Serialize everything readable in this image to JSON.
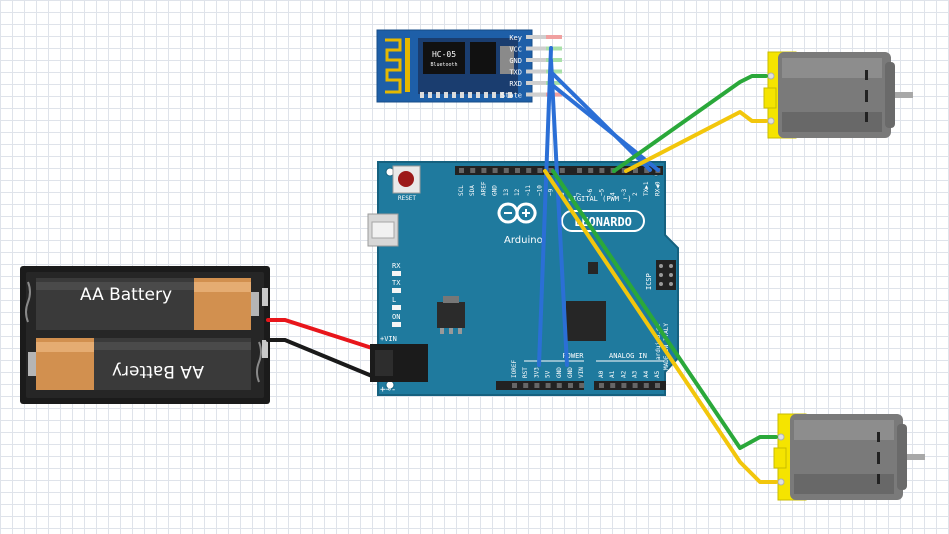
{
  "battery_pack": {
    "cells": [
      {
        "label": "AA Battery"
      },
      {
        "label": "AA Battery"
      }
    ]
  },
  "bluetooth_module": {
    "title": "HC-05",
    "subtitle": "Bluetooth",
    "pins": [
      "Key",
      "VCC",
      "GND",
      "TXD",
      "RXD",
      "State"
    ]
  },
  "arduino": {
    "model": "LEONARDO",
    "brand": "Arduino",
    "reset_label": "RESET",
    "digital_header_label": "DIGITAL (PWM ~)",
    "digital_pins": [
      "SCL",
      "SDA",
      "AREF",
      "GND",
      "13",
      "12",
      "~11",
      "~10",
      "~9",
      "8",
      "7",
      "~6",
      "~5",
      "4",
      "~3",
      "2",
      "TX▶1",
      "RX◀0"
    ],
    "led_labels": [
      "RX",
      "TX",
      "L",
      "ON"
    ],
    "icsp_label": "ICSP",
    "power_header_label": "POWER",
    "analog_header_label": "ANALOG IN",
    "power_pins": [
      "IOREF",
      "RST",
      "3V3",
      "5V",
      "GND",
      "GND",
      "VIN"
    ],
    "analog_pins": [
      "A0",
      "A1",
      "A2",
      "A3",
      "A4",
      "A5"
    ],
    "vin_label": "+VIN",
    "website": "arduino.cc",
    "made_in": "MADE IN ITALY"
  },
  "colors": {
    "board": "#1f7a9e",
    "board_edge": "#16617f",
    "bt_board": "#1e5fa8",
    "wire_red": "#e8161b",
    "wire_black": "#1a1a1a",
    "wire_blue": "#2b6fd6",
    "wire_green": "#2aa83a",
    "wire_yellow": "#f2c60c",
    "motor_body": "#7a7a7a",
    "motor_cap": "#f5e400"
  },
  "motors": [
    {
      "id": "motor-top"
    },
    {
      "id": "motor-bottom"
    }
  ]
}
